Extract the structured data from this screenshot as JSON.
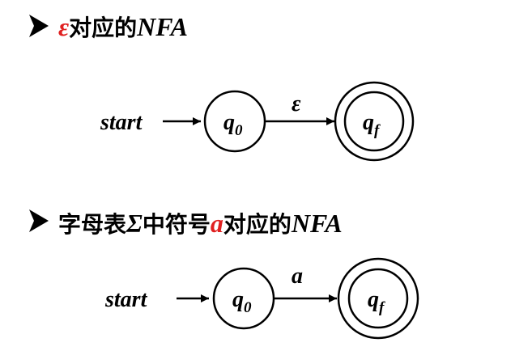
{
  "colors": {
    "accent": "#e02020",
    "ink": "#000000"
  },
  "bullet_icon": "arrowhead-bullet-icon",
  "section1": {
    "symbol": "ε",
    "suffix_cjk": "对应的",
    "suffix_latin": "NFA",
    "diagram": {
      "start_label": "start",
      "state0": {
        "name": "q",
        "sub": "0"
      },
      "edge_label": "ε",
      "final_state": {
        "name": "q",
        "sub": "f"
      }
    }
  },
  "section2": {
    "prefix_cjk": "字母表",
    "sigma": "Σ",
    "middle_cjk": "中符号",
    "symbol": "a",
    "suffix_cjk": "对应的",
    "suffix_latin": "NFA",
    "diagram": {
      "start_label": "start",
      "state0": {
        "name": "q",
        "sub": "0"
      },
      "edge_label": "a",
      "final_state": {
        "name": "q",
        "sub": "f"
      }
    }
  }
}
